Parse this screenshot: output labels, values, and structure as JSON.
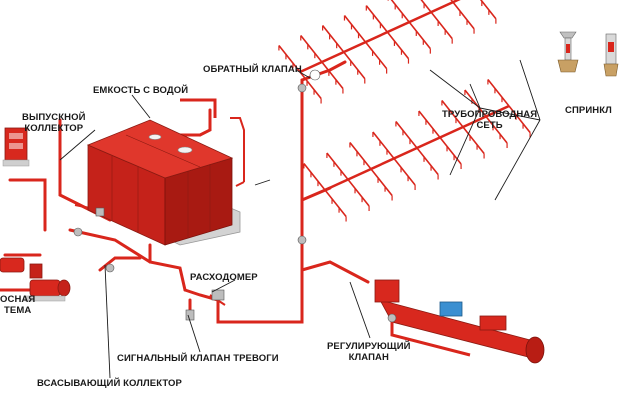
{
  "labels": {
    "tank": "ЕМКОСТЬ С ВОДОЙ",
    "outlet_collector": "ВЫПУСКНОЙ\nКОЛЛЕКТОР",
    "check_valve": "ОБРАТНЫЙ КЛАПАН",
    "pipe_network": "ТРУБОПРОВОДНАЯ\nСЕТЬ",
    "sprinkler": "СПРИНКЛ",
    "pump_system": "ОСНАЯ\nТЕМА",
    "flowmeter": "РАСХОДОМЕР",
    "regulating_valve": "РЕГУЛИРУЮЩИЙ\nКЛАПАН",
    "alarm_valve": "СИГНАЛЬНЫЙ КЛАПАН ТРЕВОГИ",
    "suction_collector": "ВСАСЫВАЮЩИЙ КОЛЛЕКТОР"
  },
  "colors": {
    "pipe": "#d9261c",
    "tank": "#d8281e",
    "tank_dark": "#a81a12",
    "base": "#cfcfcf",
    "leader": "#1a1a1a"
  }
}
